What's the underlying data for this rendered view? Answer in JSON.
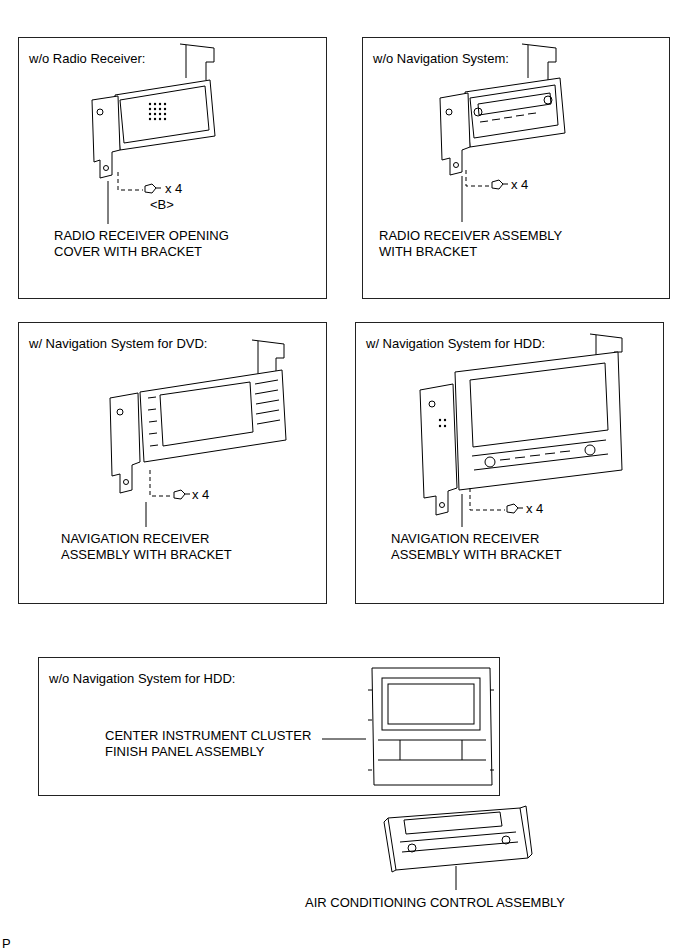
{
  "diagram": {
    "nodes": [
      {
        "text": [
          "w/o Radio Receiver:",
          "RADIO RECEIVER OPENING COVER WITH BRACKET"
        ]
      },
      {
        "text": [
          "w/o Navigation System:",
          "RADIO RECEIVER ASSEMBLY WITH BRACKET"
        ]
      },
      {
        "text": [
          "w/ Navigation System for DVD:",
          "NAVIGATION RECEIVER ASSEMBLY WITH BRACKET"
        ]
      },
      {
        "text": [
          "w/ Navigation System for HDD:",
          "NAVIGATION RECEIVER ASSEMBLY WITH BRACKET"
        ]
      },
      {
        "text": [
          "w/o Navigation System for HDD:",
          "CENTER INSTRUMENT CLUSTER FINISH PANEL ASSEMBLY"
        ]
      }
    ],
    "edges": [],
    "labels": [
      "x 4",
      "<B>",
      "x 4",
      "x 4",
      "x 4",
      "AIR CONDITIONING CONTROL ASSEMBLY",
      "P"
    ]
  }
}
